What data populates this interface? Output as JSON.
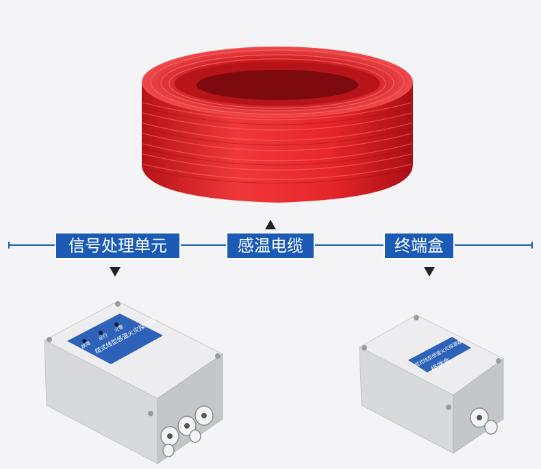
{
  "labels": {
    "left": "信号处理单元",
    "center": "感温电缆",
    "right": "终端盒"
  },
  "signal_unit_panel": {
    "title": "缆式线型感温火灾探测器",
    "indicators": [
      "故障",
      "运行",
      "火警"
    ]
  },
  "terminal_box_panel": {
    "title": "缆式线型感温火灾探测器",
    "subtitle": "终端盒"
  },
  "colors": {
    "accent": "#1b5bb5",
    "cable_red": "#e3262a",
    "enclosure": "#e2e4e6"
  },
  "icons": {
    "up_arrow": "triangle-up-icon",
    "down_arrow": "triangle-down-icon"
  }
}
